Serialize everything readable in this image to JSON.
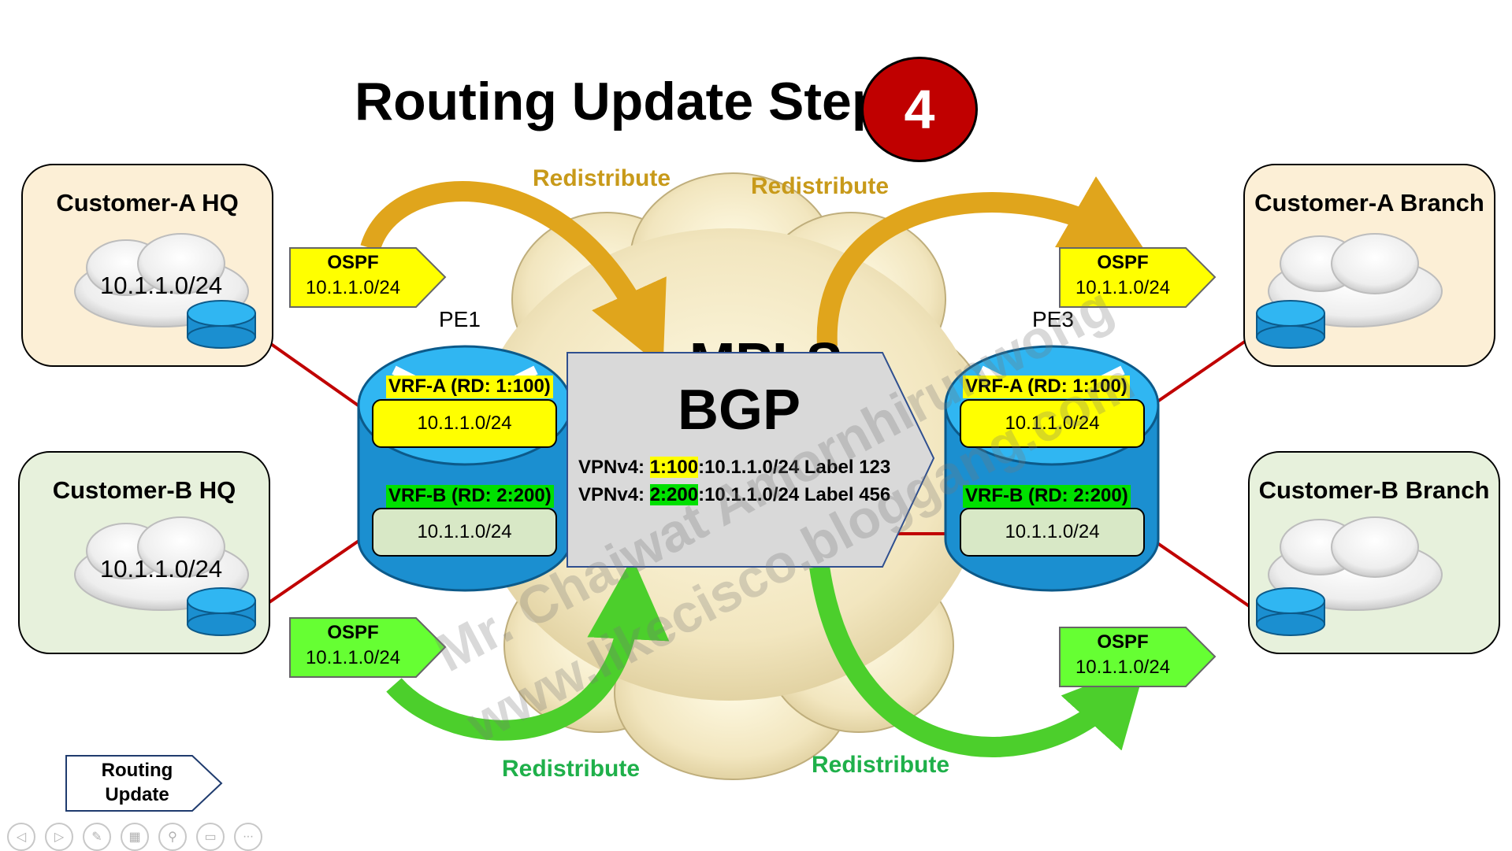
{
  "title": "Routing Update Step",
  "step": "4",
  "mpls_label": "MPLS",
  "sites": {
    "cust_a_hq": {
      "name": "Customer-A HQ",
      "network": "10.1.1.0/24"
    },
    "cust_b_hq": {
      "name": "Customer-B HQ",
      "network": "10.1.1.0/24"
    },
    "cust_a_branch": {
      "name": "Customer-A Branch"
    },
    "cust_b_branch": {
      "name": "Customer-B Branch"
    }
  },
  "ospf_tags": {
    "a_left": {
      "protocol": "OSPF",
      "prefix": "10.1.1.0/24"
    },
    "a_right": {
      "protocol": "OSPF",
      "prefix": "10.1.1.0/24"
    },
    "b_left": {
      "protocol": "OSPF",
      "prefix": "10.1.1.0/24"
    },
    "b_right": {
      "protocol": "OSPF",
      "prefix": "10.1.1.0/24"
    }
  },
  "pe1": {
    "label": "PE1",
    "vrf_a": {
      "header": "VRF-A (RD: 1:100)",
      "route": "10.1.1.0/24"
    },
    "vrf_b": {
      "header": "VRF-B (RD: 2:200)",
      "route": "10.1.1.0/24"
    }
  },
  "pe3": {
    "label": "PE3",
    "vrf_a": {
      "header": "VRF-A (RD: 1:100)",
      "route": "10.1.1.0/24"
    },
    "vrf_b": {
      "header": "VRF-B (RD: 2:200)",
      "route": "10.1.1.0/24"
    }
  },
  "bgp": {
    "title": "BGP",
    "line1": {
      "prefix": "VPNv4: ",
      "rd": "1:100",
      "rest": ":10.1.1.0/24 Label 123"
    },
    "line2": {
      "prefix": "VPNv4: ",
      "rd": "2:200",
      "rest": ":10.1.1.0/24 Label 456"
    }
  },
  "redistribute": {
    "top_left": "Redistribute",
    "top_right": "Redistribute",
    "bottom_left": "Redistribute",
    "bottom_right": "Redistribute"
  },
  "legend": {
    "line1": "Routing",
    "line2": "Update"
  },
  "watermark": {
    "line1": "Mr. Chaiwat Amornhirunwong",
    "line2": "www.likecisco.bloggang.com"
  },
  "controls": [
    {
      "name": "prev-icon",
      "glyph": "◁"
    },
    {
      "name": "next-icon",
      "glyph": "▷"
    },
    {
      "name": "pen-icon",
      "glyph": "✎"
    },
    {
      "name": "slides-icon",
      "glyph": "▦"
    },
    {
      "name": "zoom-icon",
      "glyph": "⚲"
    },
    {
      "name": "subtitle-icon",
      "glyph": "▭"
    },
    {
      "name": "more-icon",
      "glyph": "∙∙∙"
    }
  ],
  "colors": {
    "yellow": "#ffff00",
    "green": "#66ff33",
    "router_blue": "#1fa6e8",
    "link_red": "#c00000",
    "badge_red": "#c00000"
  }
}
